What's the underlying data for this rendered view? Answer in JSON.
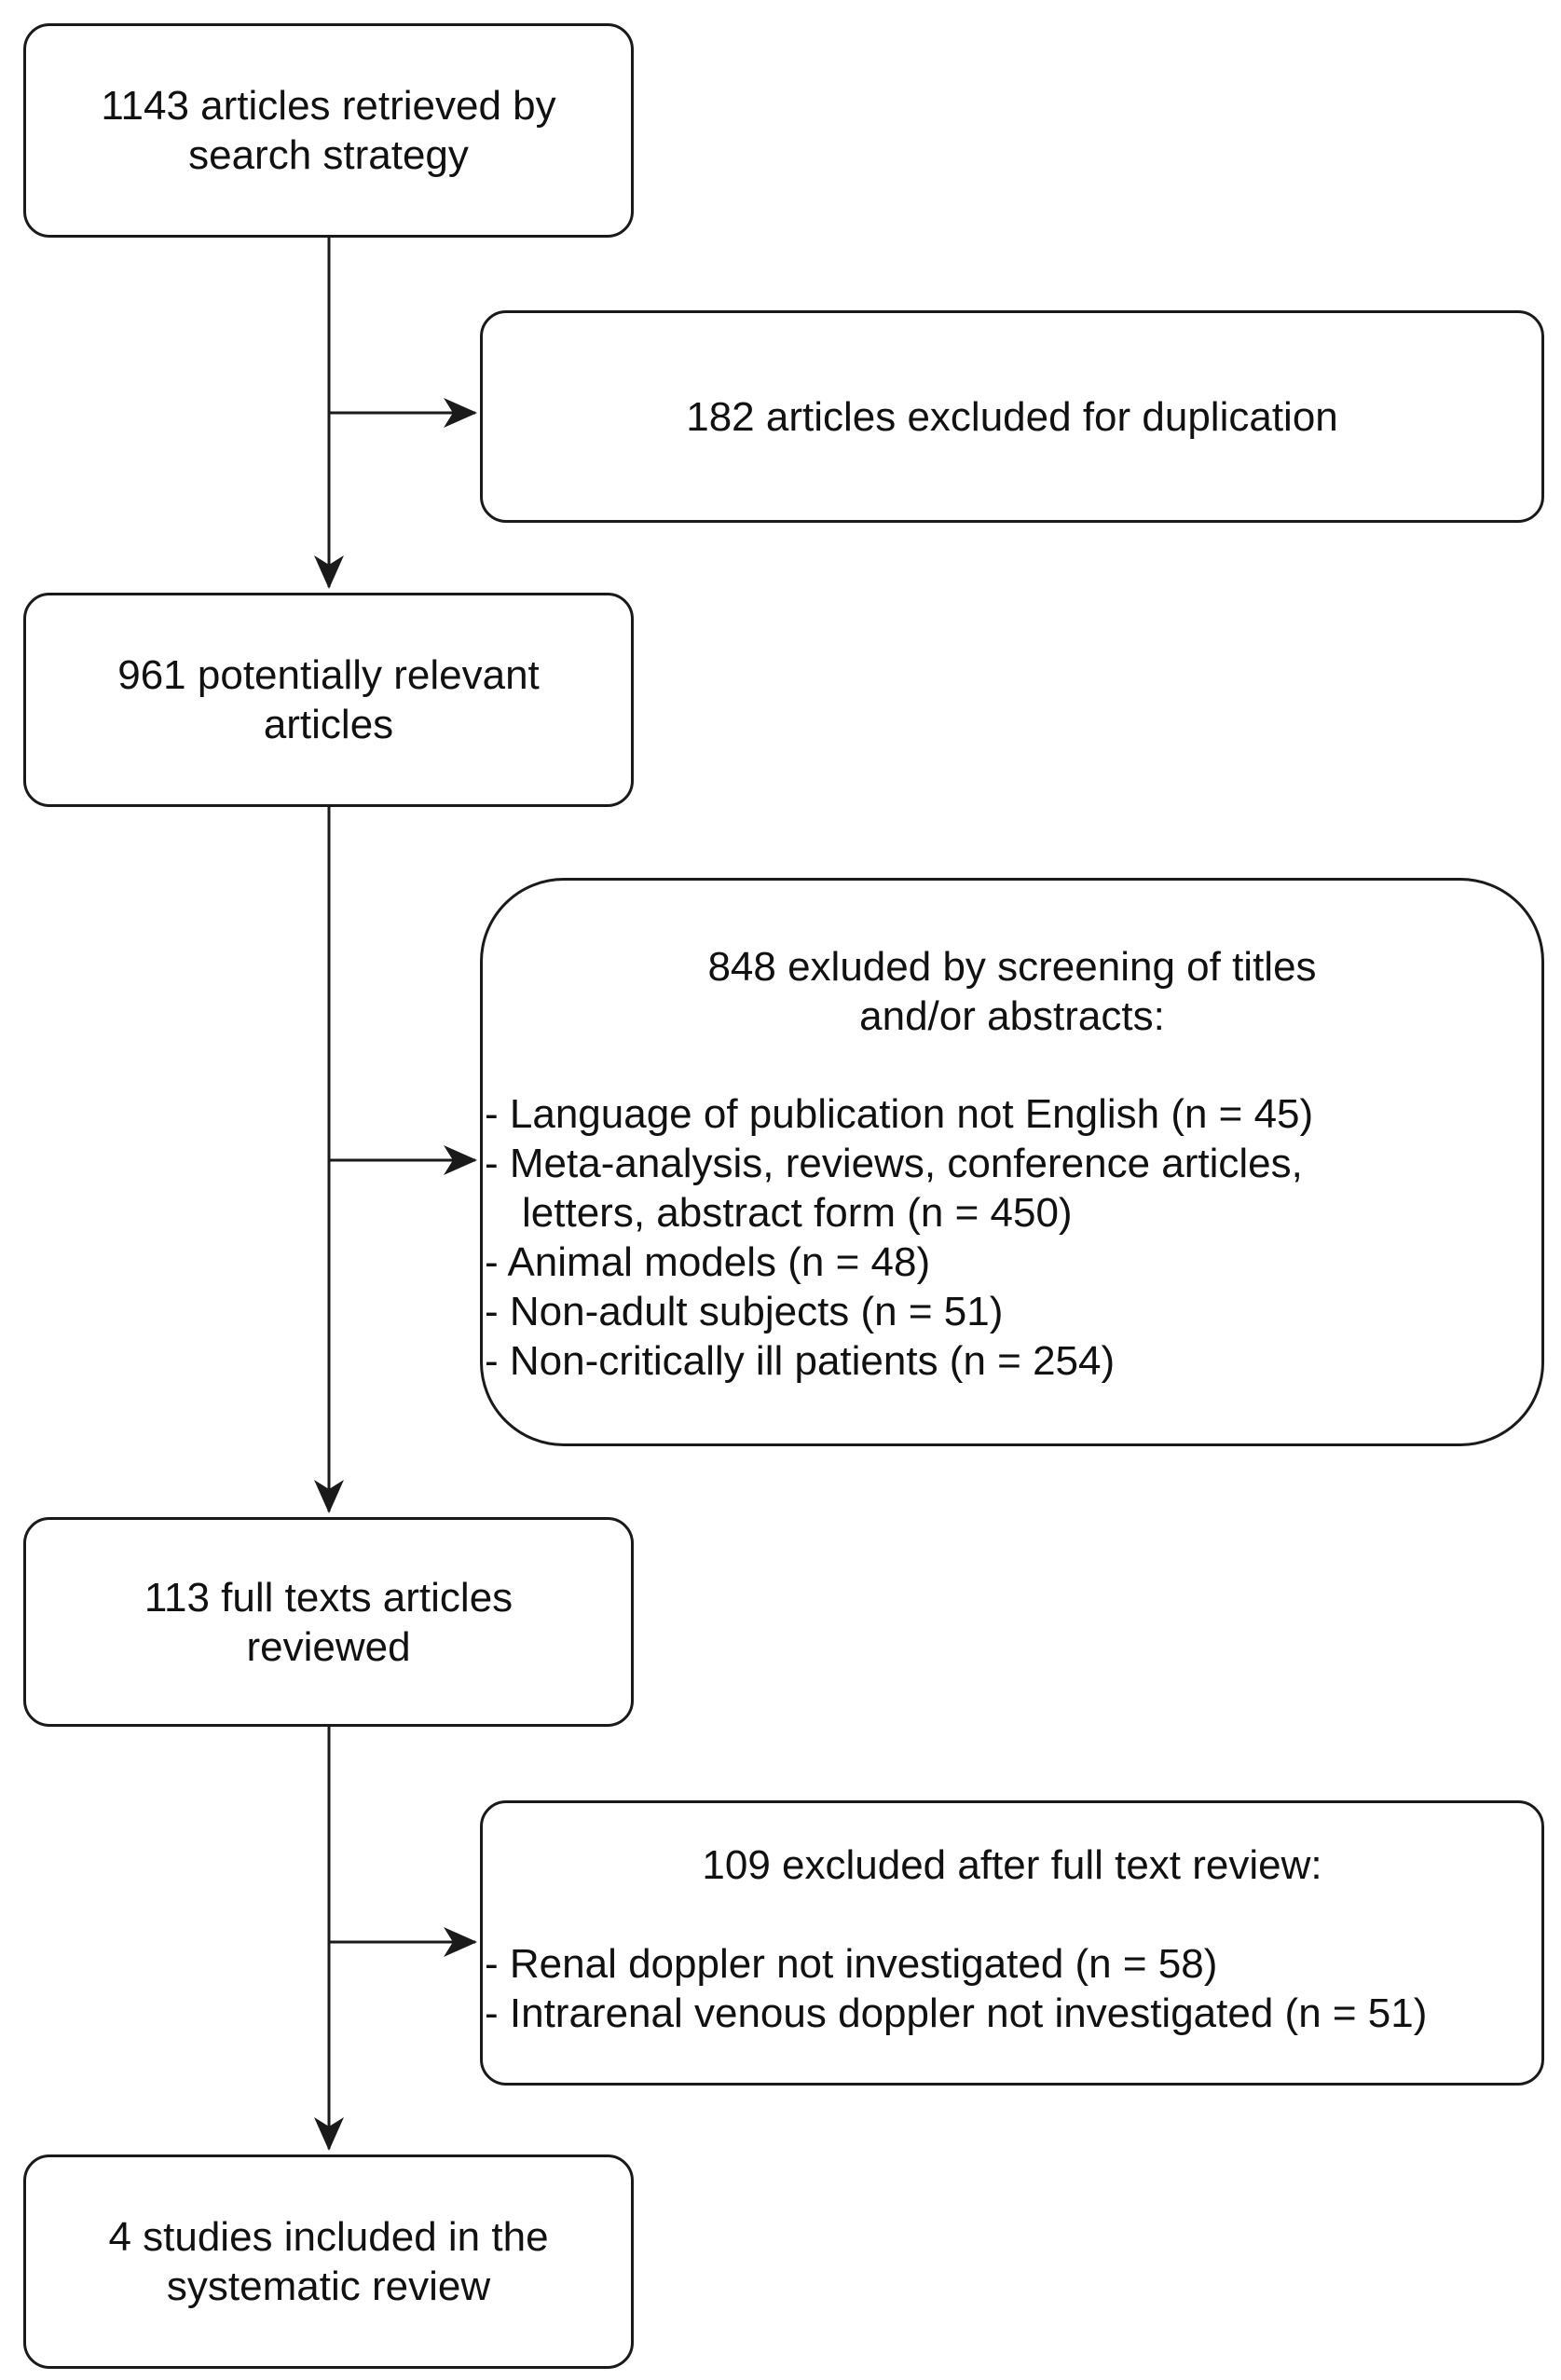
{
  "flowchart": {
    "step1": {
      "lines": [
        "1143 articles retrieved by",
        "search strategy"
      ]
    },
    "exclusion1": {
      "text": "182 articles excluded for duplication"
    },
    "step2": {
      "lines": [
        "961 potentially relevant",
        "articles"
      ]
    },
    "exclusion2": {
      "heading": [
        "848 exluded by screening of titles",
        "and/or abstracts:"
      ],
      "items": [
        "- Language of publication not English (n = 45)",
        "- Meta-analysis, reviews, conference articles,",
        "letters, abstract form (n = 450)",
        "- Animal models (n = 48)",
        "- Non-adult subjects (n = 51)",
        "- Non-critically ill patients (n = 254)"
      ]
    },
    "step3": {
      "lines": [
        "113 full texts articles",
        "reviewed"
      ]
    },
    "exclusion3": {
      "heading": "109 excluded after full text review:",
      "items": [
        "- Renal doppler not investigated (n = 58)",
        "- Intrarenal venous doppler not investigated (n = 51)"
      ]
    },
    "step4": {
      "lines": [
        "4 studies included in the",
        "systematic review"
      ]
    }
  }
}
